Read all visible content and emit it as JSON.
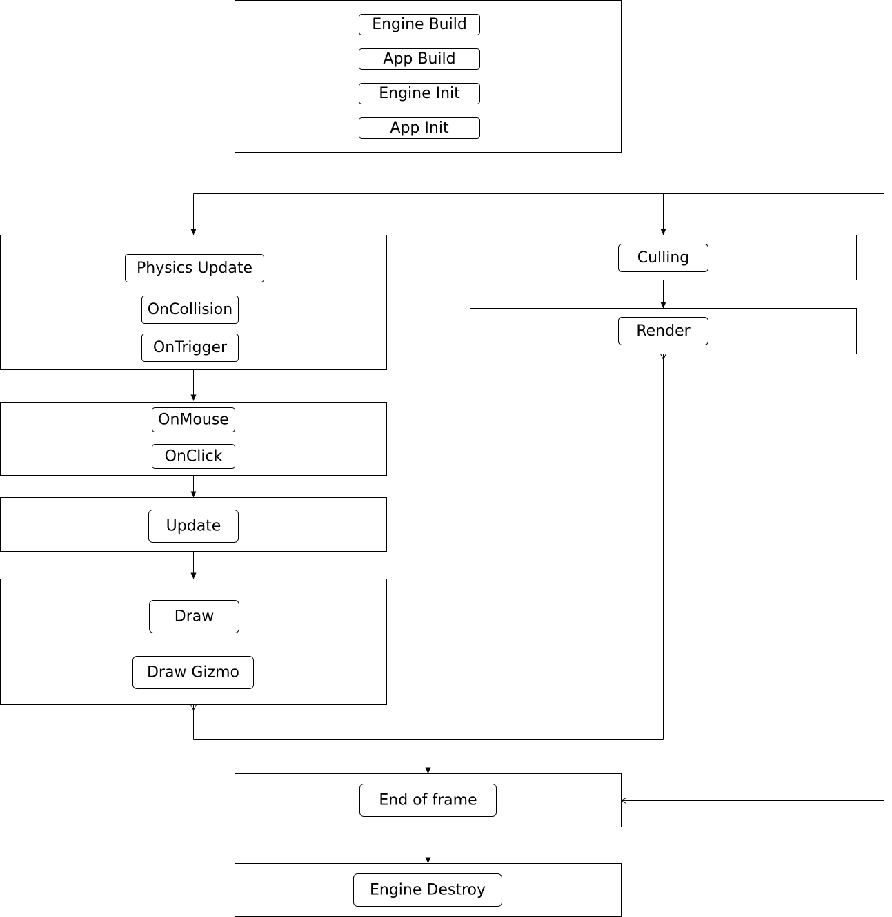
{
  "diagram": {
    "type": "flowchart",
    "stroke_color": "#000000",
    "fill_color": "#ffffff",
    "nodes": {
      "engine_build": "Engine Build",
      "app_build": "App Build",
      "engine_init": "Engine Init",
      "app_init": "App Init",
      "physics_update": "Physics Update",
      "on_collision": "OnCollision",
      "on_trigger": "OnTrigger",
      "on_mouse": "OnMouse",
      "on_click": "OnClick",
      "update": "Update",
      "draw": "Draw",
      "draw_gizmo": "Draw Gizmo",
      "culling": "Culling",
      "render": "Render",
      "end_of_frame": "End of frame",
      "engine_destroy": "Engine Destroy"
    },
    "edges": [
      {
        "from": "init-group",
        "to": "physics-group"
      },
      {
        "from": "init-group",
        "to": "culling-group"
      },
      {
        "from": "init-group",
        "to": "end-of-frame-group"
      },
      {
        "from": "physics-group",
        "to": "input-group"
      },
      {
        "from": "input-group",
        "to": "update-group"
      },
      {
        "from": "update-group",
        "to": "draw-group"
      },
      {
        "from": "culling-group",
        "to": "render-group"
      },
      {
        "from": "draw-group",
        "to": "end-of-frame-group"
      },
      {
        "from": "render-group",
        "to": "end-of-frame-group"
      },
      {
        "from": "end-of-frame-group",
        "to": "destroy-group"
      }
    ]
  }
}
